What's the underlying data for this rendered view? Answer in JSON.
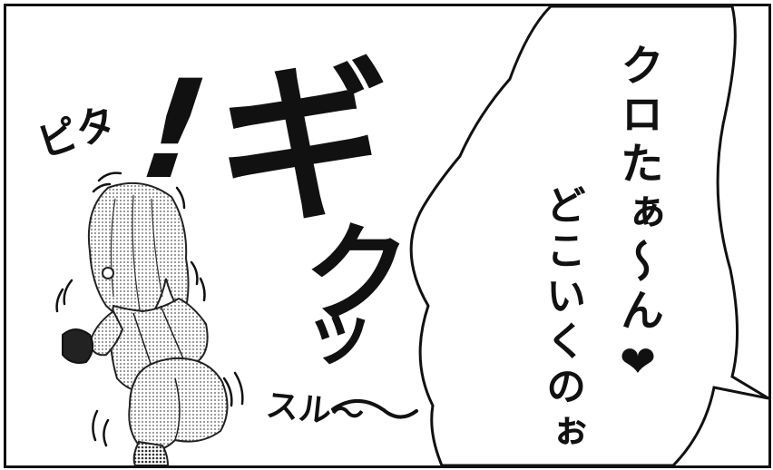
{
  "speech": {
    "line1": "クロたぁ～ん❤",
    "line2": "どこいくのぉ"
  },
  "sfx": {
    "pita": "ピタ",
    "exclaim": "!",
    "gi": "ギ",
    "ku": "ク",
    "tsu": "ッ",
    "suru": "スル～"
  }
}
